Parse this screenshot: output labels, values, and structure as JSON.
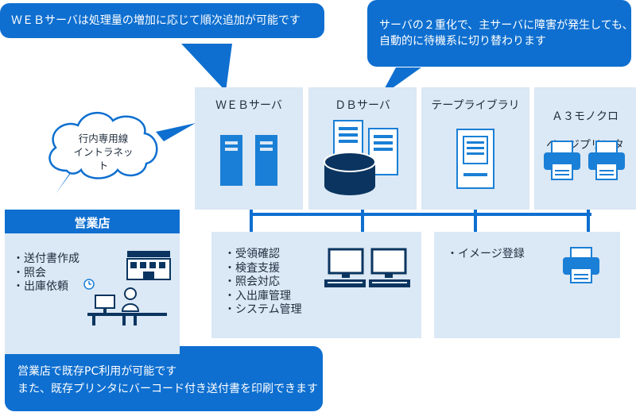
{
  "callouts": {
    "web": "ＷＥＢサーバは処理量の増加に応じて順次追加が可能です",
    "db_line1": "サーバの２重化で、主サーバに障害が発生しても、",
    "db_line2": "自動的に待機系に切り替わります",
    "store_line1": "営業店で既存PC利用が可能です",
    "store_line2": "また、既存プリンタにバーコード付き送付書を印刷できます"
  },
  "cloud": {
    "line1": "行内専用線",
    "line2": "イントラネット"
  },
  "servers": {
    "web": "ＷＥＢサーバ",
    "db": "ＤＢサーバ",
    "tape": "テープライブラリ",
    "printer_line1": "Ａ３モノクロ",
    "printer_line2": "ページプリンタ"
  },
  "branch": {
    "title": "営業店",
    "items": [
      "・送付書作成",
      "・照会",
      "・出庫依頼"
    ]
  },
  "workstations": {
    "items": [
      "・受領確認",
      "・検査支援",
      "・照会対応",
      "・入出庫管理",
      "・システム管理"
    ]
  },
  "image_reg": {
    "label": "・イメージ登録"
  },
  "colors": {
    "accent": "#0e6fd0",
    "panel": "#dbe8f5",
    "icon_blue": "#1a7fd6",
    "navy": "#0b3560"
  }
}
